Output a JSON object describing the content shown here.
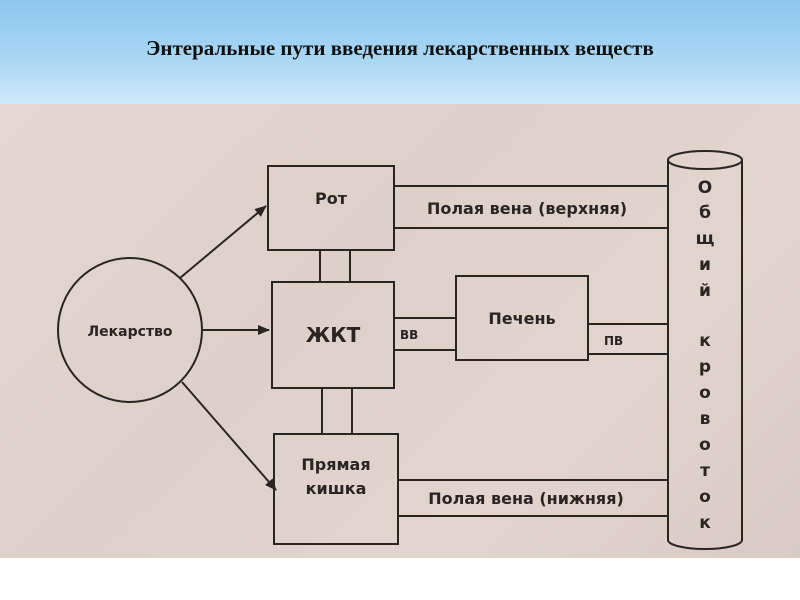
{
  "header": {
    "title": "Энтеральные пути введения лекарственных веществ"
  },
  "diagram": {
    "drug": "Лекарство",
    "mouth": "Рот",
    "git": "ЖКТ",
    "liver": "Печень",
    "rectum_line1": "Прямая",
    "rectum_line2": "кишка",
    "vena_upper": "Полая вена (верхняя)",
    "vena_lower": "Полая вена (нижняя)",
    "vv": "ВВ",
    "pv": "ПВ",
    "circulation_letters": [
      "О",
      "б",
      "щ",
      "и",
      "й",
      "к",
      "р",
      "о",
      "в",
      "о",
      "т",
      "о",
      "к"
    ]
  },
  "colors": {
    "header_blue": "#a8d6f3",
    "paper": "#e0d3cb",
    "ink": "#2a2422"
  }
}
